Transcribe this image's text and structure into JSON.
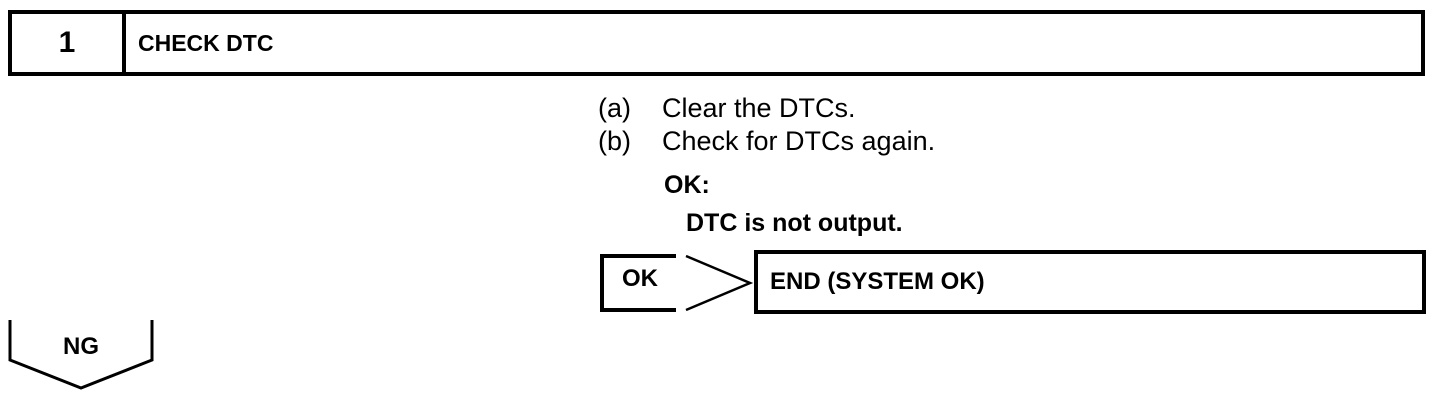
{
  "step": {
    "number": "1",
    "title": "CHECK DTC"
  },
  "procedure": [
    {
      "label": "(a)",
      "text": "Clear the DTCs."
    },
    {
      "label": "(b)",
      "text": "Check for DTCs again."
    }
  ],
  "ok_condition": {
    "heading": "OK:",
    "criteria": "DTC is not output."
  },
  "ok_branch": {
    "label": "OK",
    "result": "END (SYSTEM OK)"
  },
  "ng_branch": {
    "label": "NG"
  }
}
